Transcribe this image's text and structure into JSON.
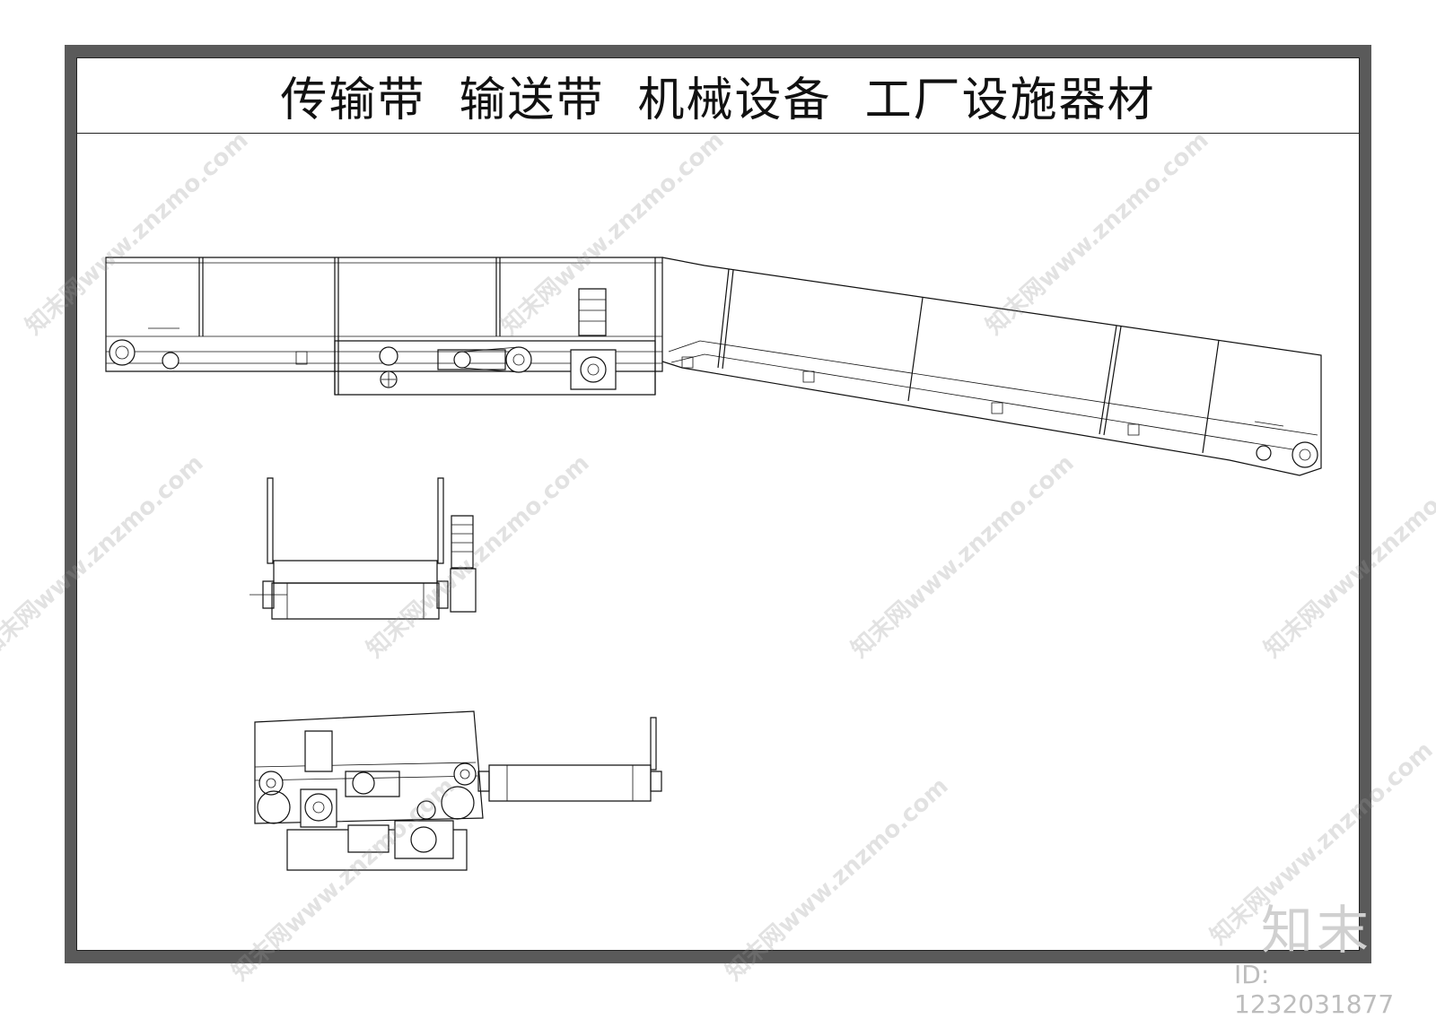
{
  "title": "传输带  输送带  机械设备  工厂设施器材",
  "watermark": {
    "text": "知末网www.znzmo.com",
    "color": "#969696"
  },
  "brand": {
    "logo_text": "知末",
    "id_text": "ID: 1232031877"
  },
  "colors": {
    "frame": "#5a5a5a",
    "line": "#111111",
    "paper": "#ffffff"
  }
}
